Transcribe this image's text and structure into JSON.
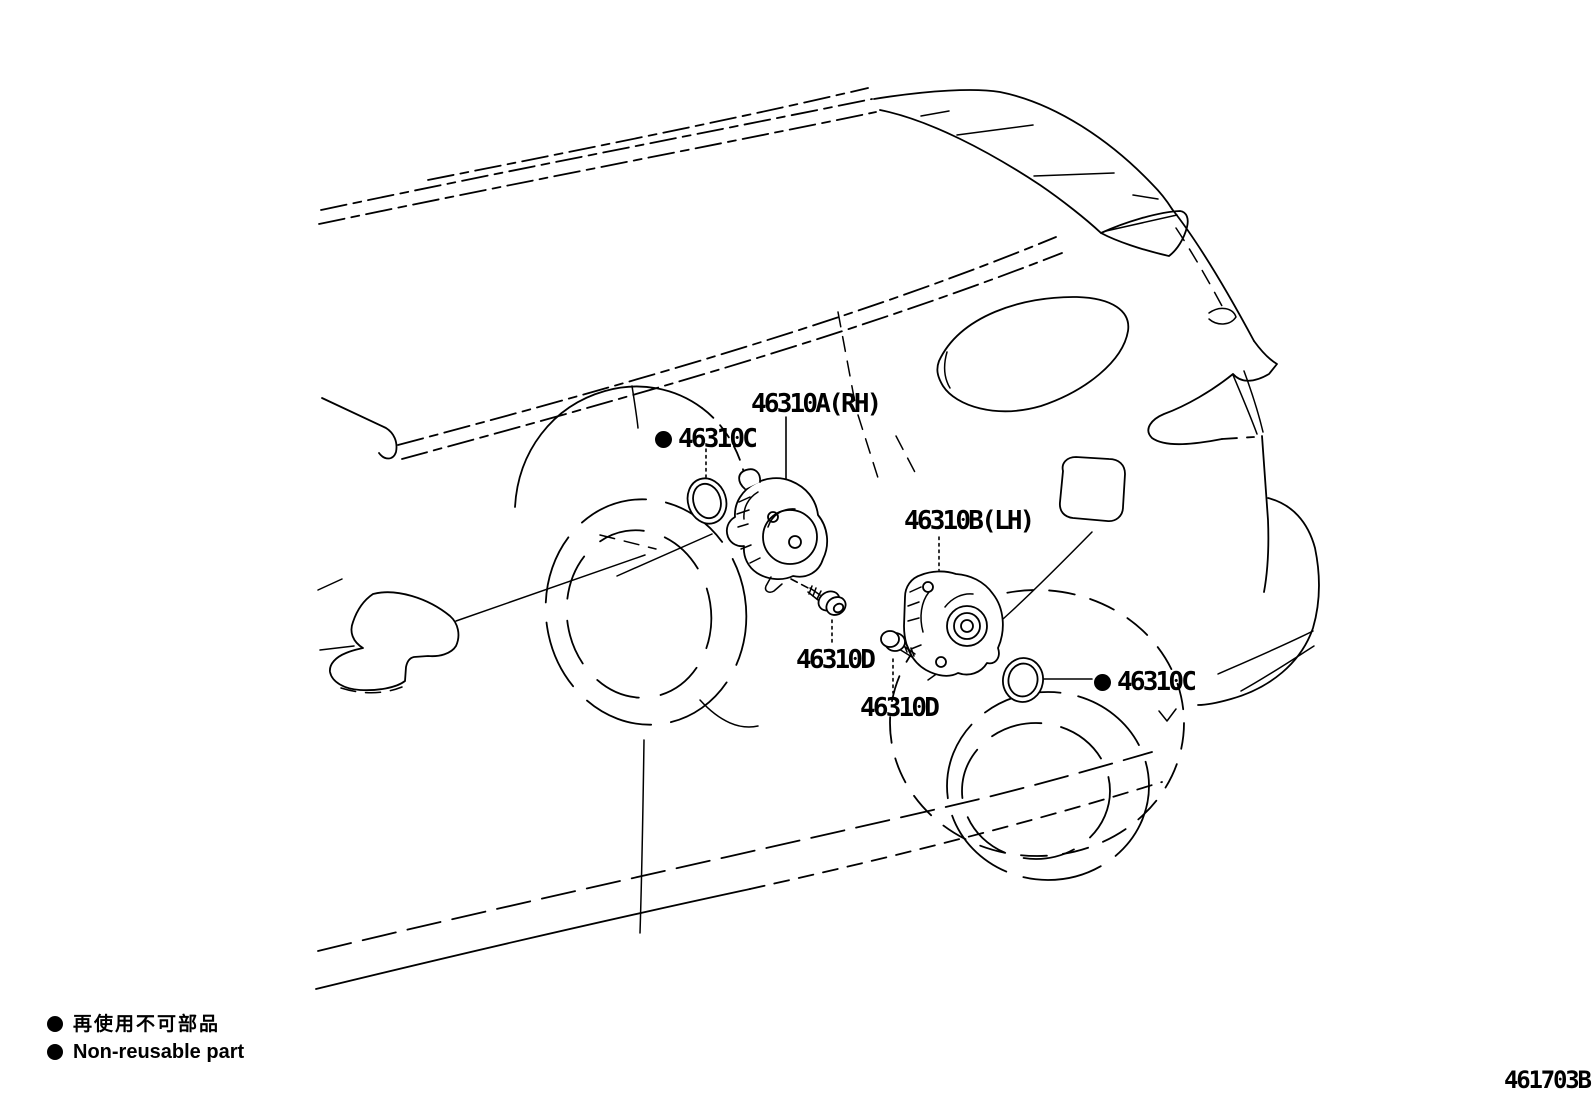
{
  "diagram": {
    "figure_code": "461703B",
    "labels": [
      {
        "text": "46310A(RH)",
        "non_reusable": false
      },
      {
        "text": "46310C",
        "non_reusable": true
      },
      {
        "text": "46310B(LH)",
        "non_reusable": false
      },
      {
        "text": "46310D",
        "non_reusable": false
      },
      {
        "text": "46310D",
        "non_reusable": false
      },
      {
        "text": "46310C",
        "non_reusable": true
      }
    ],
    "legend": {
      "items": [
        {
          "text": "再使用不可部品"
        },
        {
          "text": "Non-reusable part"
        }
      ]
    },
    "colors": {
      "line": "#000000",
      "background": "#ffffff"
    }
  }
}
